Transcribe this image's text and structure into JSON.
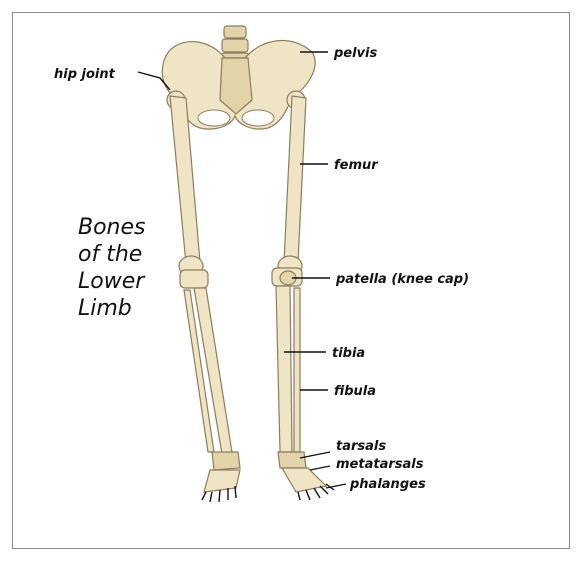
{
  "title_lines": [
    "Bones",
    "of the",
    "Lower",
    "Limb"
  ],
  "labels": {
    "pelvis": "pelvis",
    "hip_joint": "hip joint",
    "femur": "femur",
    "patella": "patella (knee cap)",
    "tibia": "tibia",
    "fibula": "fibula",
    "tarsals": "tarsals",
    "metatarsals": "metatarsals",
    "phalanges": "phalanges"
  },
  "colors": {
    "bone": "#efe4c4",
    "outline": "#8b7d5e",
    "text": "#111111"
  }
}
